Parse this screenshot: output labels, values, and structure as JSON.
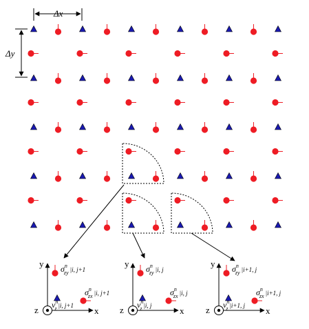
{
  "labels": {
    "dx": "Δx",
    "dy": "Δy"
  },
  "insets": [
    {
      "axis_y": "y",
      "axis_x": "x",
      "axis_z": "z",
      "szy_sym": "σ",
      "szy_sup": "n",
      "szy_sub": "zy",
      "szy_idx": "|i, j+1",
      "szx_sym": "σ",
      "szx_sup": "n",
      "szx_sub": "zx",
      "szx_idx": "|i, j+1",
      "v_sym": "v",
      "v_sup": "n",
      "v_sub": "z",
      "v_idx": "|i, j+1"
    },
    {
      "axis_y": "y",
      "axis_x": "x",
      "axis_z": "z",
      "szy_sym": "σ",
      "szy_sup": "n",
      "szy_sub": "zy",
      "szy_idx": "|i, j",
      "szx_sym": "σ",
      "szx_sup": "n",
      "szx_sub": "zx",
      "szx_idx": "|i, j",
      "v_sym": "v",
      "v_sup": "n",
      "v_sub": "z",
      "v_idx": "|i, j"
    },
    {
      "axis_y": "y",
      "axis_x": "x",
      "axis_z": "z",
      "szy_sym": "σ",
      "szy_sup": "n",
      "szy_sub": "zy",
      "szy_idx": "|i+1, j",
      "szx_sym": "σ",
      "szx_sup": "n",
      "szx_sub": "zx",
      "szx_idx": "|i+1, j",
      "v_sym": "v",
      "v_sup": "n",
      "v_sub": "z",
      "v_idx": "|i+1, j"
    }
  ],
  "colors": {
    "triangle_fill": "#1a1ab0",
    "triangle_stroke": "#000000",
    "circle_fill": "#ee1c24",
    "stem": "#ee1c24",
    "line": "#000000"
  }
}
